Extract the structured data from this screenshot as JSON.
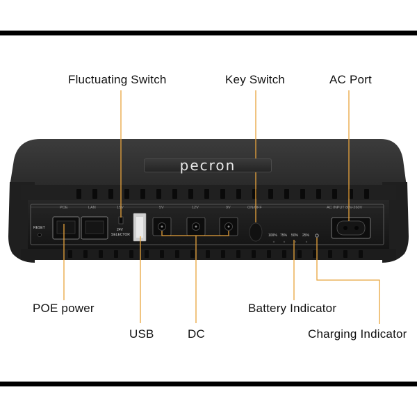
{
  "labels": {
    "fluctuating_switch": "Fluctuating Switch",
    "key_switch": "Key Switch",
    "ac_port": "AC Port",
    "poe_power": "POE power",
    "usb": "USB",
    "dc": "DC",
    "battery_indicator": "Battery Indicator",
    "charging_indicator": "Charging Indicator"
  },
  "device": {
    "brand": "pecron",
    "panel": {
      "reset": "RESET",
      "poe": "POE",
      "lan": "LAN",
      "v15": "15V",
      "v5": "5V",
      "v12": "12V",
      "v9": "9V",
      "on_off": "ON/OFF",
      "ac_input": "AC INPUT 80V-260V",
      "selector_24v": "24V",
      "selector": "SELECTOR",
      "battery_levels": [
        "100%",
        "75%",
        "50%",
        "25%"
      ]
    }
  },
  "colors": {
    "leader": "#e8a33c",
    "body": "#2a2a2a",
    "panel": "#1a1a1a"
  }
}
